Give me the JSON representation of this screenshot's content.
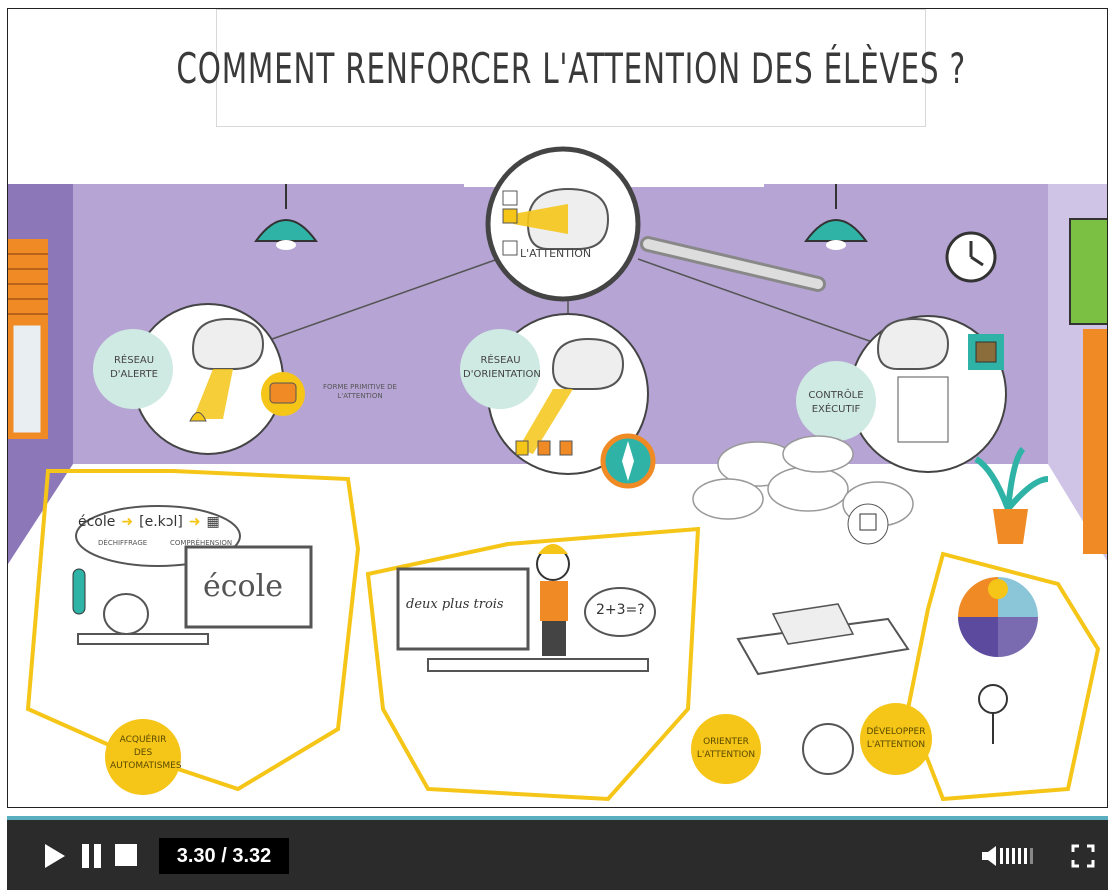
{
  "title": "COMMENT RENFORCER L'ATTENTION DES ÉLÈVES ?",
  "center": {
    "label": "L'ATTENTION"
  },
  "networks": {
    "alert": "RÉSEAU D'ALERTE",
    "orientation": "RÉSEAU D'ORIENTATION",
    "executive": "CONTRÔLE EXÉCUTIF",
    "primitive_note": "FORME PRIMITIVE DE L'ATTENTION"
  },
  "reading": {
    "word": "école",
    "phonetic": "[e.kɔl]",
    "decoding": "DÉCHIFFRAGE",
    "comprehension": "COMPRÉHENSION",
    "board_word": "école"
  },
  "classroom": {
    "board_text": "deux plus trois",
    "bubble_text": "2+3=?"
  },
  "sections": {
    "automatisms": "ACQUÉRIR DES AUTOMATISMES",
    "orient": "ORIENTER L'ATTENTION",
    "develop": "DÉVELOPPER L'ATTENTION"
  },
  "player": {
    "time": "3.30 / 3.32",
    "progress": 0.994
  },
  "colors": {
    "wall": "#b6a4d4",
    "teal": "#2fb3a6",
    "yellow": "#f5c518",
    "orange": "#f08a24",
    "controls_bg": "#2b2b2b",
    "accent_line": "#5aaebf"
  }
}
